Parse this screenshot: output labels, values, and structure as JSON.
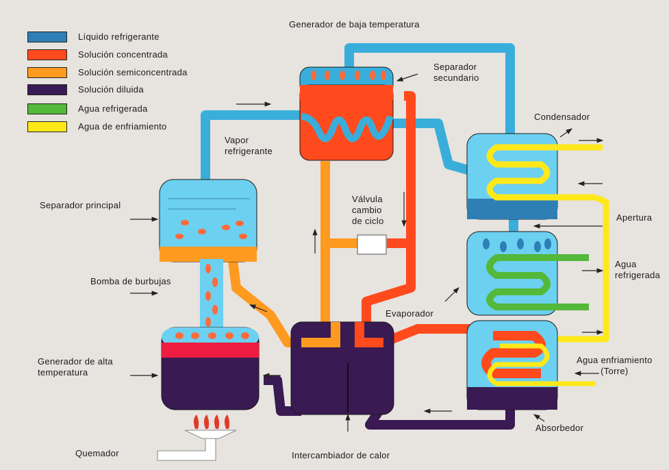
{
  "title": "Generador de baja temperatura",
  "legend": [
    {
      "label": "Líquido refrigerante",
      "color": "#2e7fb5"
    },
    {
      "label": "Solución concentrada",
      "color": "#ff4a1e"
    },
    {
      "label": "Solución semiconcentrada",
      "color": "#ff9a20"
    },
    {
      "label": "Solución diluida",
      "color": "#3a1a52"
    },
    {
      "label": "Agua refrigerada",
      "color": "#54b83a"
    },
    {
      "label": "Agua de enfriamiento",
      "color": "#ffe81a"
    }
  ],
  "labels": {
    "separador_secundario": "Separador\nsecundario",
    "condensador": "Condensador",
    "vapor_refrigerante": "Vapor\nrefrigerante",
    "separador_principal": "Separador principal",
    "valvula": "Válvula\ncambio\nde ciclo",
    "apertura": "Apertura",
    "agua_refrigerada": "Agua\nrefrigerada",
    "bomba_burbujas": "Bomba de burbujas",
    "evaporador": "Evaporador",
    "generador_alta": "Generador de alta\ntemperatura",
    "agua_enfriamiento_torre": "Agua enfriamiento\n(Torre)",
    "absorbedor": "Absorbedor",
    "quemador": "Quemador",
    "intercambiador": "Intercambiador de calor"
  }
}
